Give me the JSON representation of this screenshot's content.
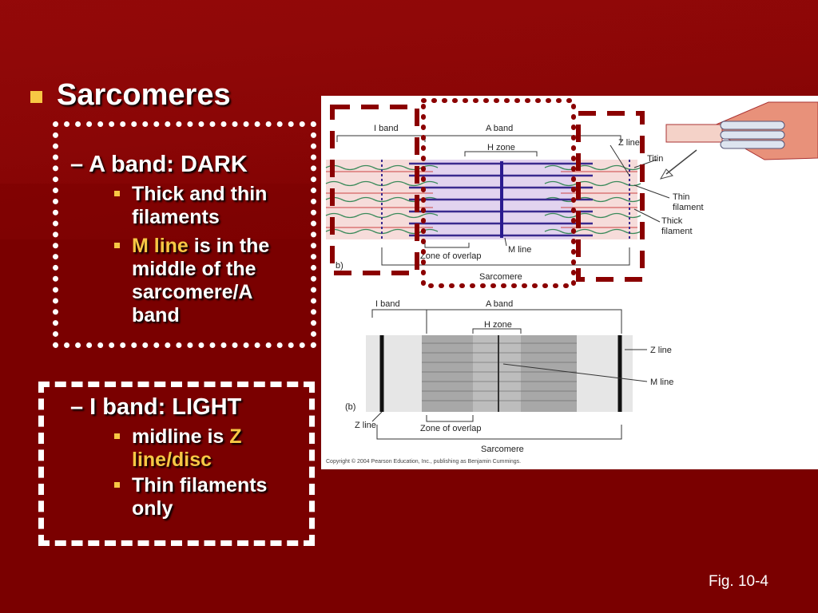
{
  "title": "Sarcomeres",
  "a_band": {
    "heading": "– A band:  DARK",
    "bullets": [
      {
        "lines": [
          "Thick and thin",
          "filaments"
        ]
      },
      {
        "highlight": "M line",
        "rest": " is in the",
        "lines": [
          "middle of the",
          "sarcomere/A",
          "band"
        ]
      }
    ]
  },
  "i_band": {
    "heading": "– I band:  LIGHT",
    "bullet1": {
      "pre": "midline is ",
      "highlight_a": "Z",
      "highlight_b": "line/disc"
    },
    "bullet2": {
      "lines": [
        "Thin filaments",
        "only"
      ]
    }
  },
  "figure": {
    "top": {
      "i_band": "I band",
      "a_band": "A band",
      "h_zone": "H zone",
      "z_line": "Z line",
      "titin": "Titin",
      "thin_filament": [
        "Thin",
        "filament"
      ],
      "thick_filament": [
        "Thick",
        "filament"
      ],
      "m_line": "M line",
      "zone_of_overlap": "Zone of overlap",
      "sarcomere": "Sarcomere",
      "panel": "b)"
    },
    "bottom": {
      "i_band": "I band",
      "a_band": "A band",
      "h_zone": "H zone",
      "z_line_right": "Z line",
      "m_line": "M line",
      "panel": "(b)",
      "z_line_left": "Z line",
      "zone_of_overlap": "Zone of overlap",
      "sarcomere": "Sarcomere"
    },
    "copyright": "Copyright © 2004 Pearson Education, Inc., publishing as Benjamin Cummings."
  },
  "fig_ref": "Fig. 10-4",
  "colors": {
    "background": "#7a0000",
    "accent": "#f7c744",
    "thick_filament": "#3a2a8f",
    "thin_filament": "#3a8a5a",
    "dash_box": "#8b0000"
  }
}
